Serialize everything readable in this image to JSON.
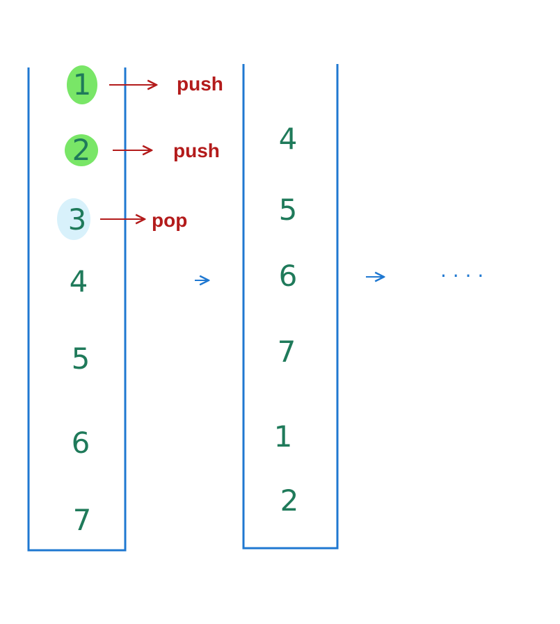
{
  "colors": {
    "stack_border": "#1f78d1",
    "number_text": "#1f7a5a",
    "operation_text": "#b31b1b",
    "push_highlight": "#79e667",
    "pop_highlight": "#d8f1fb",
    "flow_arrow": "#1f78d1"
  },
  "left_stack": {
    "items": [
      {
        "value": "1",
        "status": "push"
      },
      {
        "value": "2",
        "status": "push"
      },
      {
        "value": "3",
        "status": "pop"
      },
      {
        "value": "4",
        "status": "none"
      },
      {
        "value": "5",
        "status": "none"
      },
      {
        "value": "6",
        "status": "none"
      },
      {
        "value": "7",
        "status": "none"
      }
    ],
    "operations": [
      {
        "item": "1",
        "label": "push"
      },
      {
        "item": "2",
        "label": "push"
      },
      {
        "item": "3",
        "label": "pop"
      }
    ]
  },
  "right_stack": {
    "items": [
      "4",
      "5",
      "6",
      "7",
      "1",
      "2"
    ]
  },
  "ellipsis": ". . . ."
}
